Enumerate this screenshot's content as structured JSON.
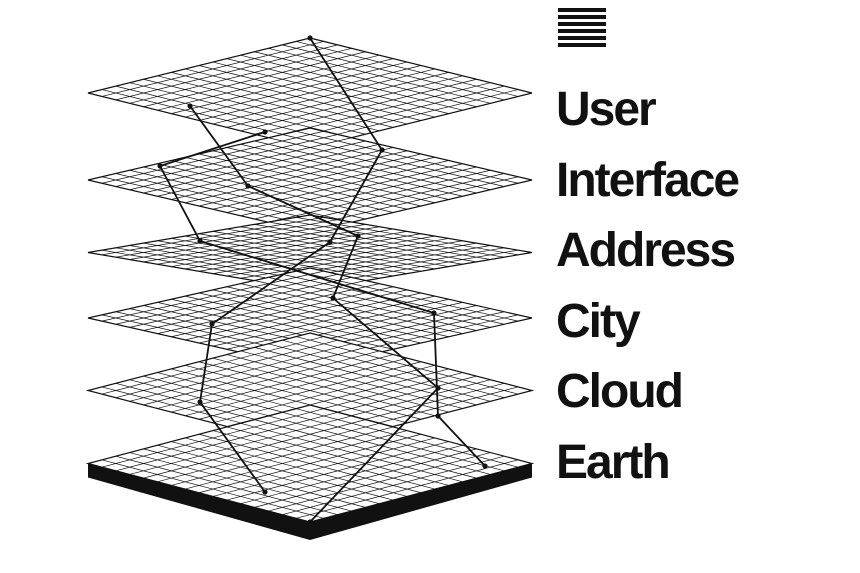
{
  "header": {
    "menu_icon": "hamburger-menu-icon"
  },
  "layers": [
    {
      "label": "User"
    },
    {
      "label": "Interface"
    },
    {
      "label": "Address"
    },
    {
      "label": "City"
    },
    {
      "label": "Cloud"
    },
    {
      "label": "Earth"
    }
  ],
  "colors": {
    "ink": "#111111",
    "background": "#ffffff"
  }
}
